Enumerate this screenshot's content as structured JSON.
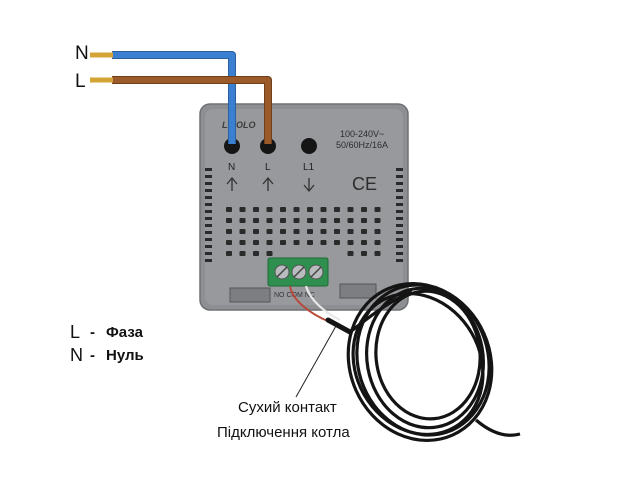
{
  "wires": {
    "n_label": "N",
    "l_label": "L",
    "n_color": "#3a7fd0",
    "l_color": "#9a5a2a",
    "tip_color": "#d4a437"
  },
  "device": {
    "brand": "LIVOLO",
    "rating_line1": "100-240V~",
    "rating_line2": "50/60Hz/16A",
    "ce_mark": "CE",
    "body_color": "#8d8f92",
    "terminals": [
      {
        "label": "N",
        "arrow": "up"
      },
      {
        "label": "L",
        "arrow": "up"
      },
      {
        "label": "L1",
        "arrow": "down"
      }
    ],
    "low_voltage_marking": "NO COM NC"
  },
  "legend": [
    {
      "letter": "L",
      "dash": "-",
      "text": "Фаза"
    },
    {
      "letter": "N",
      "dash": "-",
      "text": "Нуль"
    }
  ],
  "caption": {
    "line1": "Сухий контакт",
    "line2": "Підключення котла"
  },
  "cable_color": "#141414"
}
